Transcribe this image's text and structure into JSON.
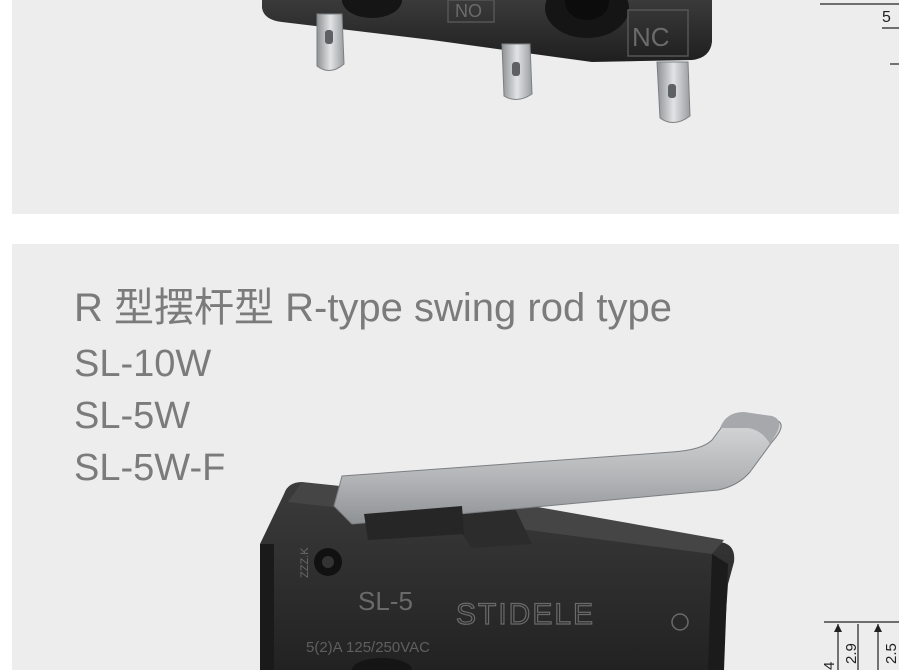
{
  "top_product": {
    "terminal_labels": [
      "NO",
      "NC"
    ],
    "dimension_fragment": "5"
  },
  "bottom_product": {
    "heading": "R 型摆杆型 R-type swing rod type",
    "models": [
      "SL-10W",
      "SL-5W",
      "SL-5W-F"
    ],
    "switch_body_text": {
      "model": "SL-5",
      "brand": "STIDELE",
      "rating": "5(2)A 125/250VAC",
      "side_code": "ZZZ.K"
    },
    "dimension_labels": [
      "2.9",
      "2.5",
      "4"
    ]
  },
  "colors": {
    "panel_background": "#ededed",
    "heading_text": "#7b7b7b",
    "switch_body": "#2b2b2b",
    "metal": "#b9bbbd"
  }
}
